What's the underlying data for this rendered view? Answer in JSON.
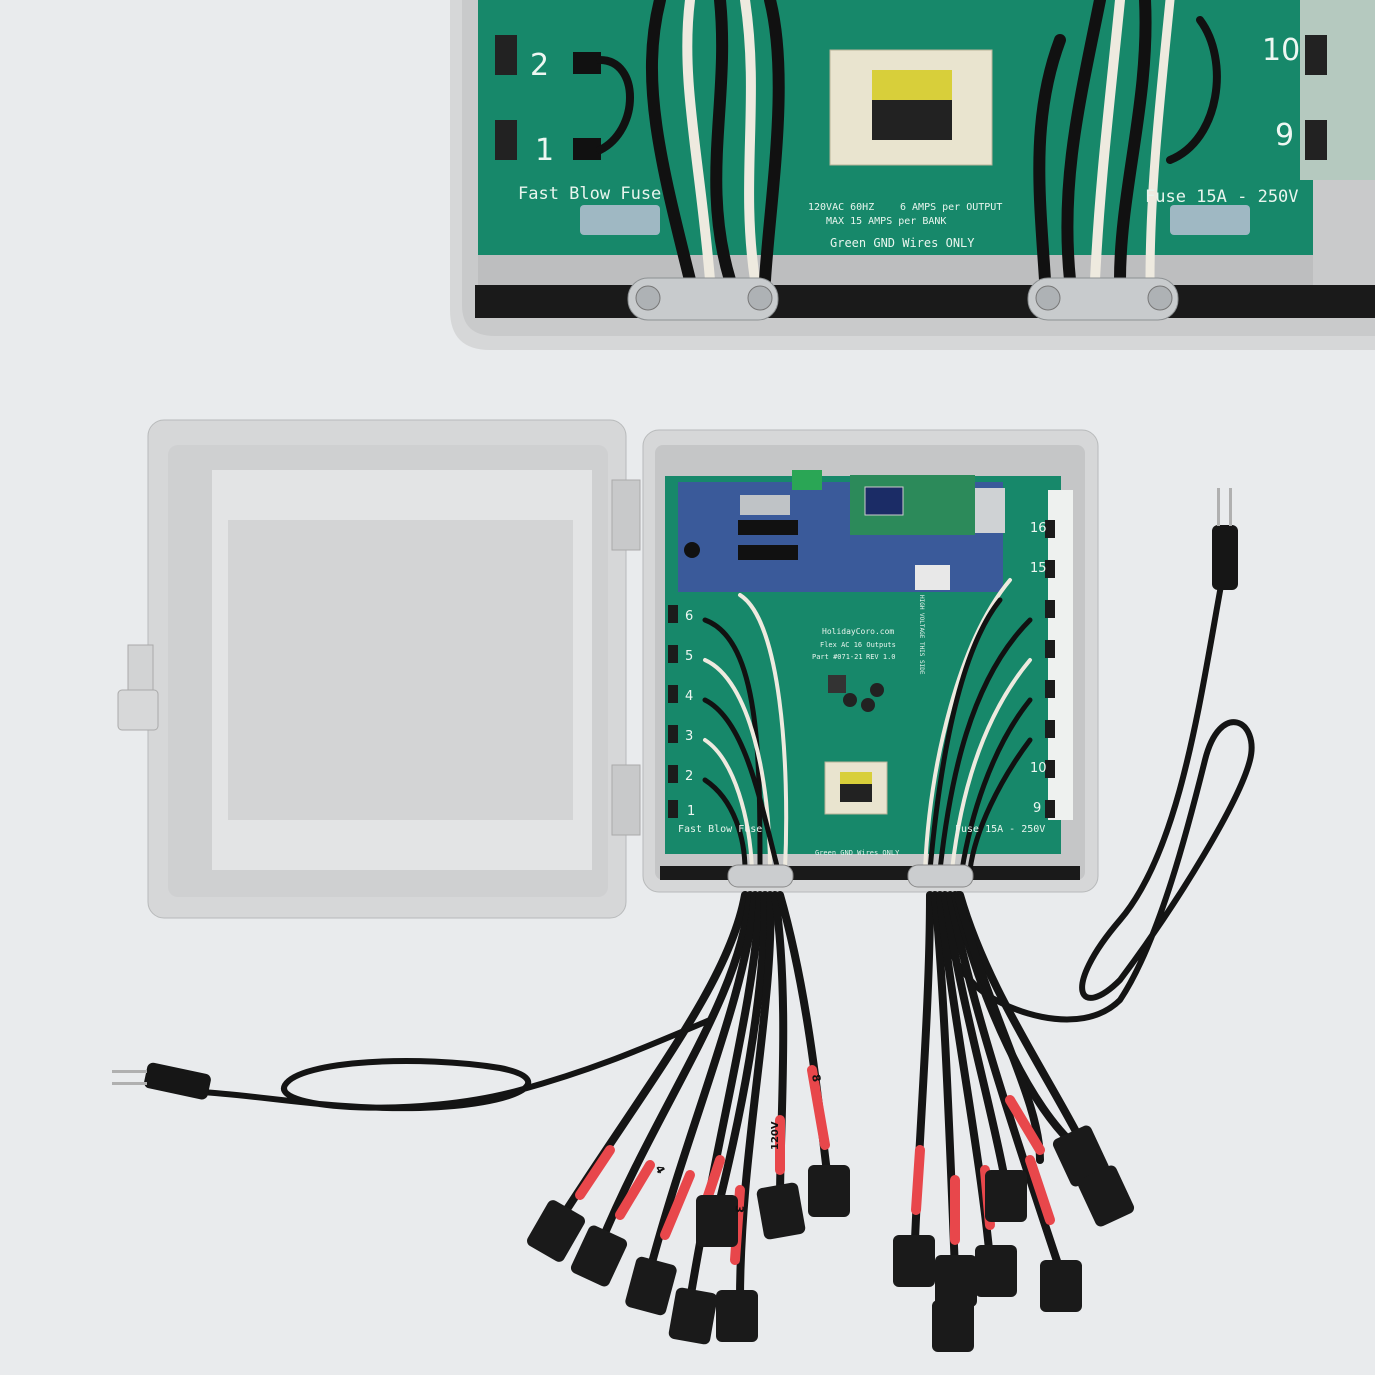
{
  "inset": {
    "fuse_left": "Fast Blow Fuse",
    "fuse_right": "Fuse 15A - 250V",
    "rating_line1": "120VAC 60HZ",
    "rating_amps_output": "6 AMPS per OUTPUT",
    "rating_amps_bank": "MAX 15 AMPS per BANK",
    "ground_note": "Green GND Wires ONLY",
    "channels": [
      "2",
      "1",
      "10",
      "9"
    ]
  },
  "board": {
    "brand": "HolidayCoro.com",
    "model": "Flex AC 16 Outputs",
    "part": "Part #071-21",
    "rev": "REV 1.0",
    "fuse_left": "Fast Blow Fuse",
    "fuse_right": "Fuse 15A - 250V",
    "ground_note": "Green GND Wires ONLY",
    "hv_note": "HIGH VOLTAGE THIS SIDE",
    "channels_left": [
      "6",
      "5",
      "4",
      "3",
      "2",
      "1"
    ],
    "channels_right": [
      "16",
      "15",
      "10",
      "9"
    ]
  },
  "cords": {
    "voltage_label": "120V",
    "numbers": [
      "8",
      "3",
      "4"
    ]
  },
  "colors": {
    "pcb": "#17886a",
    "enclosure": "#d9dadb",
    "controller": "#3a5a9a",
    "sleeve": "#e8474b"
  }
}
